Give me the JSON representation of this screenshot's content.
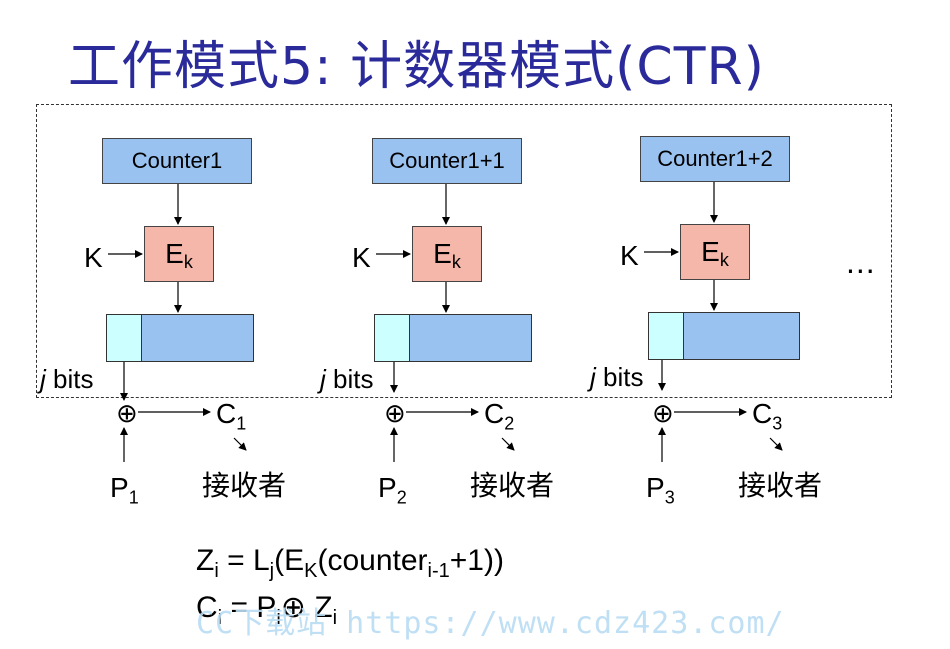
{
  "title": "工作模式5: 计数器模式(CTR)",
  "stages": [
    {
      "counter": "Counter1",
      "cipher_sub": "1",
      "plain_sub": "1"
    },
    {
      "counter": "Counter1+1",
      "cipher_sub": "2",
      "plain_sub": "2"
    },
    {
      "counter": "Counter1+2",
      "cipher_sub": "3",
      "plain_sub": "3"
    }
  ],
  "labels": {
    "key": "K",
    "encrypt_main": "E",
    "encrypt_sub": "k",
    "j_italic": "j",
    "bits": " bits",
    "xor": "⊕",
    "cipher": "C",
    "plain": "P",
    "receiver": "接收者",
    "ellipsis": "..."
  },
  "formula": {
    "z_line": {
      "z": "Z",
      "i": "i",
      "eq_L": " = L",
      "j": "j",
      "e_open": "(E",
      "k": "K",
      "counter": "(counter",
      "i1": "i-1",
      "tail": "+1))"
    },
    "c_line": {
      "c": "C",
      "i": "i",
      "eq_P": " = P",
      "i2": "i",
      "xor_z": "⊕ Z",
      "i3": "i"
    }
  },
  "watermark": "CC下载站 https://www.cdz423.com/"
}
